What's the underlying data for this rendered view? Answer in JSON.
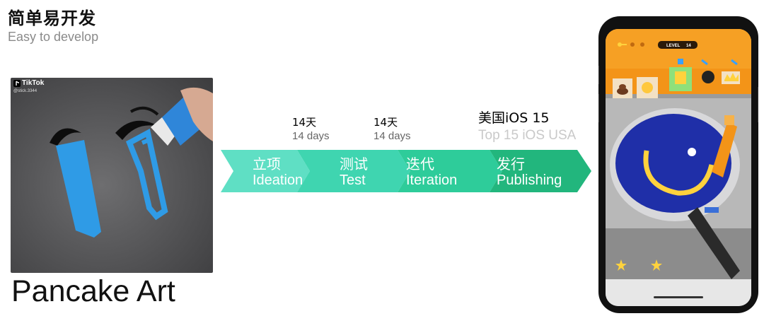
{
  "heading": {
    "title_cn": "简单易开发",
    "title_en": "Easy to develop"
  },
  "video": {
    "brand": "TikTok",
    "username": "@stick.3344"
  },
  "caption": "Pancake Art",
  "durations": [
    {
      "cn": "14天",
      "en": "14 days"
    },
    {
      "cn": "14天",
      "en": "14 days"
    }
  ],
  "launch": {
    "line1": "美国iOS 15",
    "line2": "Top 15 iOS USA"
  },
  "stages": [
    {
      "cn": "立项",
      "en": "Ideation"
    },
    {
      "cn": "测试",
      "en": "Test"
    },
    {
      "cn": "迭代",
      "en": "Iteration"
    },
    {
      "cn": "发行",
      "en": "Publishing"
    }
  ],
  "game": {
    "level_label": "LEVEL",
    "level_value": "14"
  },
  "colors": {
    "stage_1": "#5fdfc4",
    "stage_2": "#3fd5b0",
    "stage_3": "#2ecc9a",
    "stage_4": "#22b67d",
    "pancake_blue": "#2f9be6",
    "game_orange": "#f39418",
    "pan_blue": "#1f2fa8"
  },
  "icons": [
    "tiktok-logo-icon",
    "key-icon",
    "poop-emoji-icon",
    "smiley-emoji-icon",
    "crown-icon",
    "star-icon"
  ]
}
